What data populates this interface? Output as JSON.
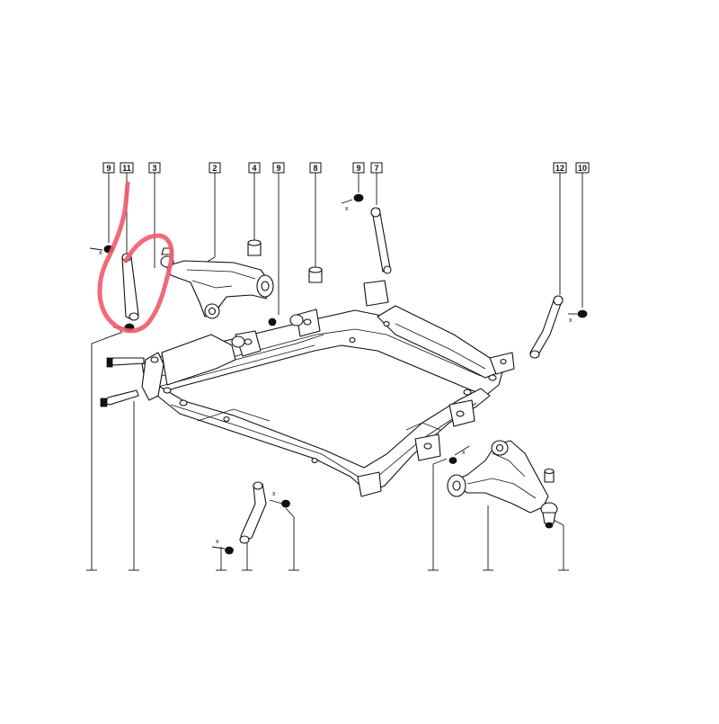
{
  "diagram": {
    "callouts_top": [
      "9",
      "11",
      "3",
      "2",
      "4",
      "9",
      "8",
      "9",
      "7",
      "12",
      "10"
    ],
    "colors": {
      "line": "#111111",
      "background": "#ffffff",
      "annotation": "#f05a6a"
    },
    "annotation": {
      "type": "handwritten-mark",
      "shape": "digit-6-loop",
      "color": "#f05a6a"
    }
  }
}
